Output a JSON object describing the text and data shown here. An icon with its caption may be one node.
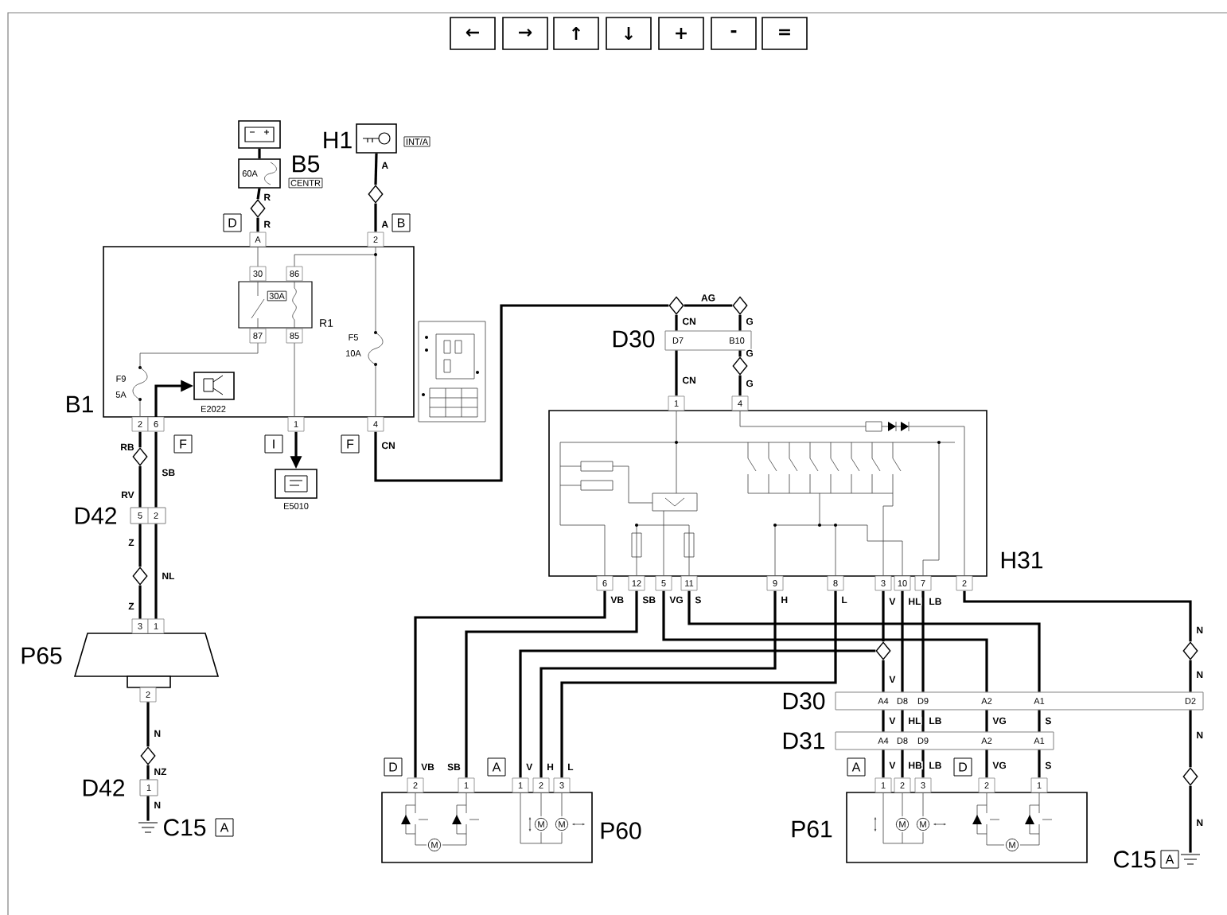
{
  "diagram": {
    "nodes": [
      {
        "text": [],
        "shape": "picture"
      },
      {
        "text": [
          "60A",
          "B5",
          "CENTR"
        ]
      },
      {
        "text": [],
        "shape": "diamond"
      },
      {
        "text": [
          "H1",
          "INT/A"
        ]
      },
      {
        "text": [],
        "shape": "diamond"
      },
      {
        "text": [
          "A",
          "2",
          "30",
          "86",
          "30A",
          "R1",
          "87",
          "85",
          "F5",
          "10A",
          "F9",
          "5A",
          "2",
          "6",
          "1",
          "4",
          "B1"
        ]
      },
      {
        "text": [
          "E2022"
        ],
        "in": 5
      },
      {
        "text": [
          "E5010"
        ]
      },
      {
        "text": [],
        "shape": "diamond"
      },
      {
        "text": [],
        "shape": "diamond"
      },
      {
        "text": [
          "D30",
          "D7",
          "B10"
        ]
      },
      {
        "text": [],
        "shape": "diamond"
      },
      {
        "text": [
          "1",
          "4",
          "6",
          "12",
          "5",
          "11",
          "9",
          "8",
          "3",
          "10",
          "7",
          "2",
          "H31"
        ]
      },
      {
        "text": [
          "D42",
          "5",
          "2"
        ]
      },
      {
        "text": [],
        "shape": "diamond"
      },
      {
        "text": [],
        "shape": "diamond"
      },
      {
        "text": [
          "3",
          "1",
          "P65",
          "2"
        ]
      },
      {
        "text": [],
        "shape": "diamond"
      },
      {
        "text": [
          "D42",
          "1"
        ]
      },
      {
        "text": [
          "C15",
          "A"
        ]
      },
      {
        "text": [],
        "shape": "diamond"
      },
      {
        "text": [
          "D30",
          "A4",
          "D8",
          "D9",
          "A2",
          "A1",
          "D2"
        ]
      },
      {
        "text": [
          "D31",
          "A4",
          "D8",
          "D9",
          "A2",
          "A1"
        ]
      },
      {
        "text": [
          "2",
          "1",
          "1",
          "2",
          "3",
          "M",
          "M",
          "M",
          "P60"
        ]
      },
      {
        "text": [
          "1",
          "2",
          "3",
          "2",
          "1",
          "M",
          "M",
          "M",
          "P61"
        ]
      },
      {
        "text": [],
        "shape": "diamond"
      },
      {
        "text": [],
        "shape": "diamond"
      },
      {
        "text": [
          "C15",
          "A"
        ]
      },
      {
        "text": [
          "D"
        ]
      },
      {
        "text": [
          "B"
        ]
      },
      {
        "text": [
          "F"
        ]
      },
      {
        "text": [
          "I"
        ]
      },
      {
        "text": [
          "F"
        ]
      },
      {
        "text": [
          "D"
        ]
      },
      {
        "text": [
          "A"
        ]
      },
      {
        "text": [
          "A"
        ]
      },
      {
        "text": [
          "D"
        ]
      }
    ],
    "edges": [
      {
        "from": 0,
        "to": 1,
        "arrow": "none"
      },
      {
        "from": 1,
        "to": 2,
        "arrow": "none",
        "label": "R"
      },
      {
        "from": 2,
        "to": 5,
        "arrow": "none",
        "label": "R"
      },
      {
        "from": 3,
        "to": 4,
        "arrow": "none",
        "label": "A"
      },
      {
        "from": 4,
        "to": 5,
        "arrow": "none",
        "label": "A"
      },
      {
        "from": 5,
        "to": 7,
        "arrow": "to"
      },
      {
        "from": null,
        "to": 6,
        "arrow": "to"
      },
      {
        "from": 5,
        "to": 8,
        "arrow": "none",
        "label": "CN"
      },
      {
        "from": 8,
        "to": 9,
        "arrow": "none",
        "label": "AG"
      },
      {
        "from": 8,
        "to": 10,
        "arrow": "none",
        "label": "CN"
      },
      {
        "from": 9,
        "to": 10,
        "arrow": "none",
        "label": "G"
      },
      {
        "from": 10,
        "to": 12,
        "arrow": "none",
        "label": "CN"
      },
      {
        "from": 10,
        "to": 11,
        "arrow": "none",
        "label": "G"
      },
      {
        "from": 11,
        "to": 12,
        "arrow": "none",
        "label": "G"
      },
      {
        "from": 5,
        "to": 14,
        "arrow": "none",
        "label": "RB"
      },
      {
        "from": 14,
        "to": 13,
        "arrow": "none",
        "label": "RV"
      },
      {
        "from": 5,
        "to": 13,
        "arrow": "none",
        "label": "SB"
      },
      {
        "from": 13,
        "to": 15,
        "arrow": "none",
        "label": "Z"
      },
      {
        "from": 15,
        "to": 16,
        "arrow": "none",
        "label": "Z"
      },
      {
        "from": 13,
        "to": 16,
        "arrow": "none",
        "label": "NL"
      },
      {
        "from": 16,
        "to": 17,
        "arrow": "none",
        "label": "N"
      },
      {
        "from": 17,
        "to": 18,
        "arrow": "none",
        "label": "NZ"
      },
      {
        "from": 18,
        "to": 19,
        "arrow": "none",
        "label": "N"
      },
      {
        "from": 12,
        "to": 23,
        "arrow": "none",
        "label": "VB"
      },
      {
        "from": 12,
        "to": 23,
        "arrow": "none",
        "label": "SB"
      },
      {
        "from": 12,
        "to": 21,
        "arrow": "none",
        "label": "VG"
      },
      {
        "from": 12,
        "to": 21,
        "arrow": "none",
        "label": "S"
      },
      {
        "from": 12,
        "to": 23,
        "arrow": "none",
        "label": "H"
      },
      {
        "from": 12,
        "to": 23,
        "arrow": "none",
        "label": "L"
      },
      {
        "from": 12,
        "to": 20,
        "arrow": "none",
        "label": "V"
      },
      {
        "from": 20,
        "to": 23,
        "arrow": "none"
      },
      {
        "from": 20,
        "to": 21,
        "arrow": "none",
        "label": "V"
      },
      {
        "from": 12,
        "to": 21,
        "arrow": "none",
        "label": "HL"
      },
      {
        "from": 12,
        "to": 21,
        "arrow": "none",
        "label": "LB"
      },
      {
        "from": 21,
        "to": 22,
        "arrow": "none",
        "label": "V"
      },
      {
        "from": 21,
        "to": 22,
        "arrow": "none",
        "label": "HL"
      },
      {
        "from": 21,
        "to": 22,
        "arrow": "none",
        "label": "LB"
      },
      {
        "from": 21,
        "to": 22,
        "arrow": "none",
        "label": "VG"
      },
      {
        "from": 21,
        "to": 22,
        "arrow": "none",
        "label": "S"
      },
      {
        "from": 22,
        "to": 24,
        "arrow": "none",
        "label": "V"
      },
      {
        "from": 22,
        "to": 24,
        "arrow": "none",
        "label": "HB"
      },
      {
        "from": 22,
        "to": 24,
        "arrow": "none",
        "label": "LB"
      },
      {
        "from": 22,
        "to": 24,
        "arrow": "none",
        "label": "VG"
      },
      {
        "from": 22,
        "to": 24,
        "arrow": "none",
        "label": "S"
      },
      {
        "from": 12,
        "to": 25,
        "arrow": "none",
        "label": "N"
      },
      {
        "from": 25,
        "to": 21,
        "arrow": "none",
        "label": "N"
      },
      {
        "from": 21,
        "to": 26,
        "arrow": "none",
        "label": "N"
      },
      {
        "from": 26,
        "to": 27,
        "arrow": "none",
        "label": "N"
      }
    ],
    "labels": [
      "←",
      "→",
      "↑",
      "↓",
      "+",
      "-",
      "=",
      "VB",
      "SB",
      "V",
      "H",
      "L"
    ]
  }
}
